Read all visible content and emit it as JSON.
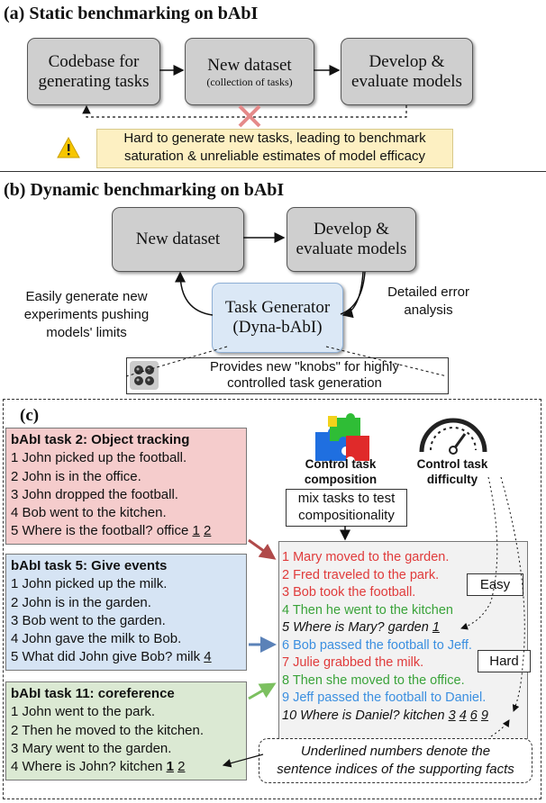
{
  "section_a": {
    "title": "(a) Static benchmarking on bAbI",
    "box_codebase": "Codebase for generating tasks",
    "box_dataset": "New dataset",
    "box_dataset_sub": "(collection of tasks)",
    "box_develop": "Develop & evaluate models",
    "warning_line1": "Hard to generate new tasks, leading to benchmark",
    "warning_line2": "saturation & unreliable estimates of model efficacy"
  },
  "section_b": {
    "title": "(b) Dynamic benchmarking on bAbI",
    "box_dataset": "New dataset",
    "box_develop": "Develop & evaluate models",
    "generator_line1": "Task Generator",
    "generator_line2": "(Dyna-bAbI)",
    "left_note": "Easily generate new experiments pushing models' limits",
    "right_note": "Detailed error analysis",
    "knobs_line1": "Provides new \"knobs\" for highly",
    "knobs_line2": "controlled task generation"
  },
  "section_c": {
    "label": "(c)",
    "task2": {
      "title": "bAbI task 2: Object tracking",
      "lines": [
        "1 John picked up the football.",
        "2 John is in the office.",
        "3 John dropped the football.",
        "4 Bob went to the kitchen."
      ],
      "question": "5 Where is the football? office",
      "supports": [
        "1",
        "2"
      ]
    },
    "task5": {
      "title": "bAbI task 5: Give events",
      "lines": [
        "1 John picked up the milk.",
        "2 John is in the garden.",
        "3 Bob went to the garden.",
        "4 John gave the milk to Bob."
      ],
      "question": "5 What did John give Bob? milk",
      "supports": [
        "4"
      ]
    },
    "task11": {
      "title": "bAbI task 11: coreference",
      "lines": [
        "1 John went to the park.",
        "2 Then he moved to the kitchen.",
        "3 Mary went to the garden."
      ],
      "question": "4 Where is John? kitchen",
      "supports": [
        "1",
        "2"
      ]
    },
    "control_composition": "Control task composition",
    "control_difficulty": "Control task difficulty",
    "mix_note": "mix tasks to test compositionality",
    "composed": [
      "1 Mary moved to the garden.",
      "2 Fred traveled to the park.",
      "3 Bob took the football.",
      "4 Then he went to the kitchen",
      "5 Where is Mary? garden",
      "6 Bob passed the football to Jeff.",
      "7 Julie grabbed the milk.",
      "8 Then she moved to the office.",
      "9 Jeff passed the football to Daniel.",
      "10 Where is Daniel? kitchen"
    ],
    "composed_supports_q5": [
      "1"
    ],
    "composed_supports_q10": [
      "3",
      "4",
      "6",
      "9"
    ],
    "easy_label": "Easy",
    "hard_label": "Hard",
    "footnote_line1": "Underlined numbers denote the",
    "footnote_line2": "sentence indices of the supporting facts"
  },
  "colors": {
    "red": "#e03b3b",
    "green": "#3aa33a",
    "blue": "#3b8fe0",
    "box_gray": "#cfcfcf",
    "warn_bg": "#fdf0c2",
    "gen_bg": "#dbe8f6",
    "task2_bg": "#f5cccc",
    "task5_bg": "#d6e4f4",
    "task11_bg": "#dbe9d3"
  }
}
